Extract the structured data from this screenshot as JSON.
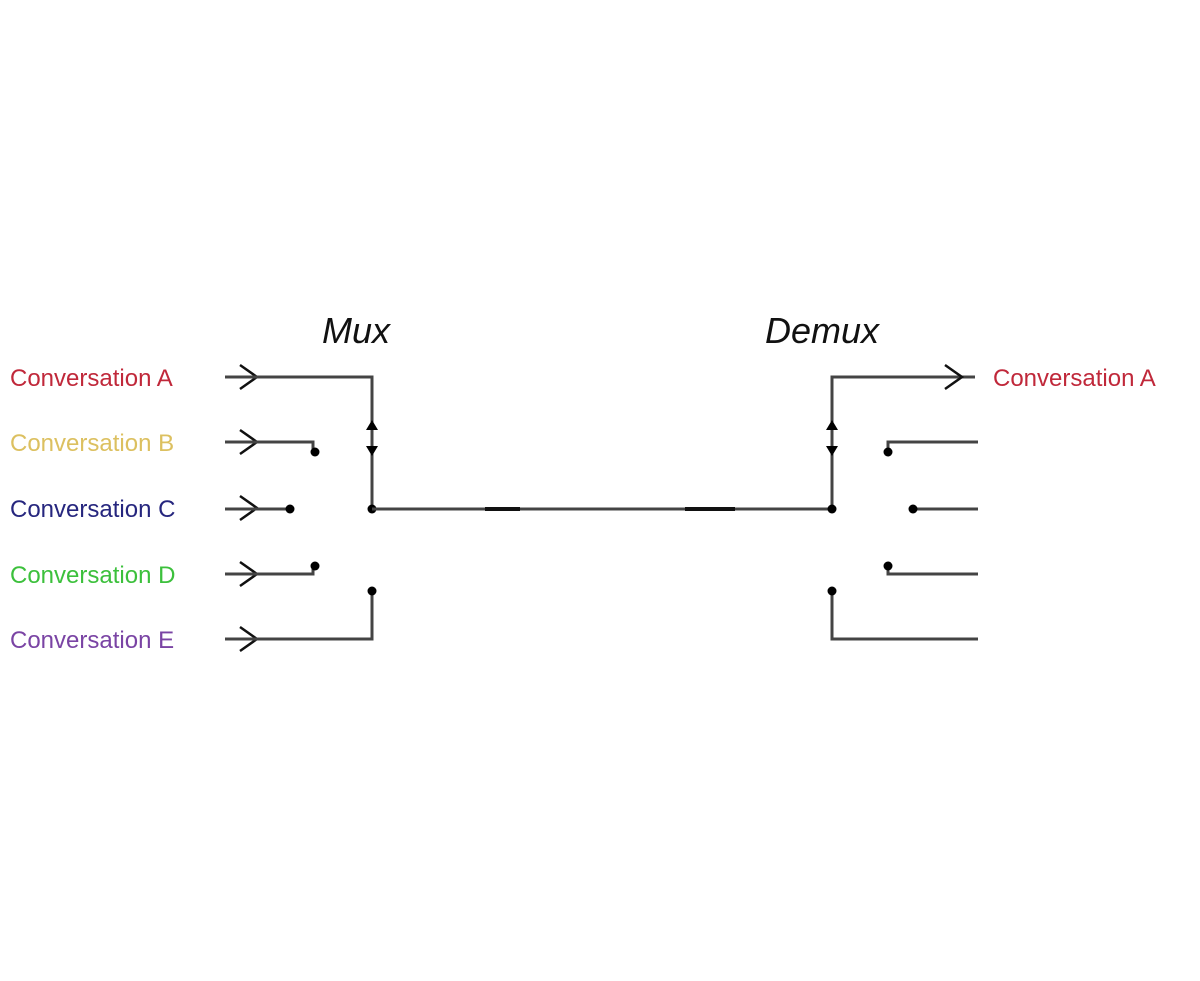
{
  "titles": {
    "mux": "Mux",
    "demux": "Demux"
  },
  "inputs": [
    {
      "label": "Conversation A",
      "color": "#c0283a"
    },
    {
      "label": "Conversation B",
      "color": "#dcc060"
    },
    {
      "label": "Conversation C",
      "color": "#26267e"
    },
    {
      "label": "Conversation D",
      "color": "#3cc03c"
    },
    {
      "label": "Conversation E",
      "color": "#7a44a4"
    }
  ],
  "output": {
    "label": "Conversation A",
    "color": "#c0283a"
  }
}
